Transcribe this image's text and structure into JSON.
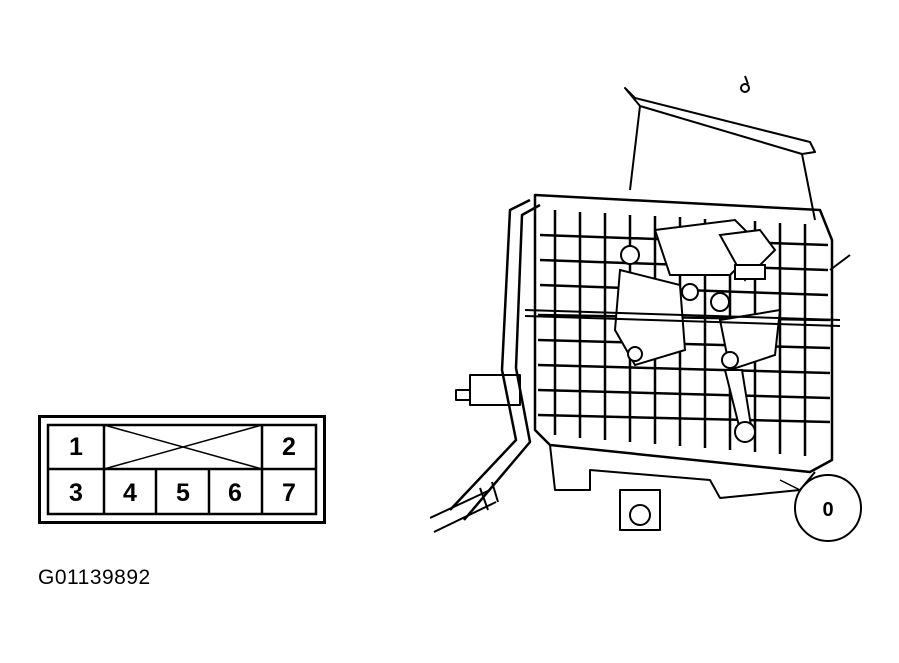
{
  "connector": {
    "pins": [
      "1",
      "2",
      "3",
      "4",
      "5",
      "6",
      "7"
    ]
  },
  "figure_code": "G01139892",
  "callout_label": "0"
}
